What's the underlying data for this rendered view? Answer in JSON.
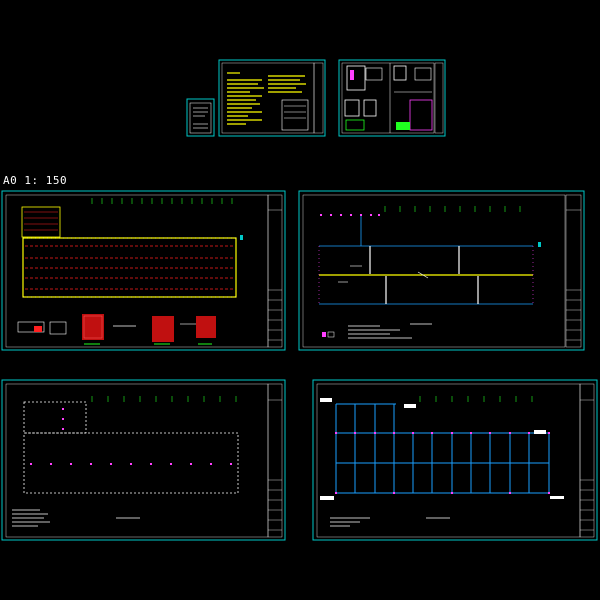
{
  "scale_label": "A0 1: 150",
  "colors": {
    "background": "#000000",
    "frame": "#00c8c8",
    "text_white": "#ffffff",
    "yellow": "#ffff00",
    "red": "#ff2020",
    "magenta": "#ff40ff",
    "green": "#20ff20",
    "cyan_line": "#1a9fff"
  },
  "sheets": [
    {
      "id": "cover-sheet",
      "kind": "cover"
    },
    {
      "id": "notes-sheet",
      "kind": "notes"
    },
    {
      "id": "details-sheet",
      "kind": "details"
    },
    {
      "id": "plan-sheet-1",
      "kind": "ground-plan"
    },
    {
      "id": "plan-sheet-2",
      "kind": "roof-plan"
    },
    {
      "id": "plan-sheet-3",
      "kind": "foundation-plan"
    },
    {
      "id": "plan-sheet-4",
      "kind": "framing-plan"
    }
  ]
}
